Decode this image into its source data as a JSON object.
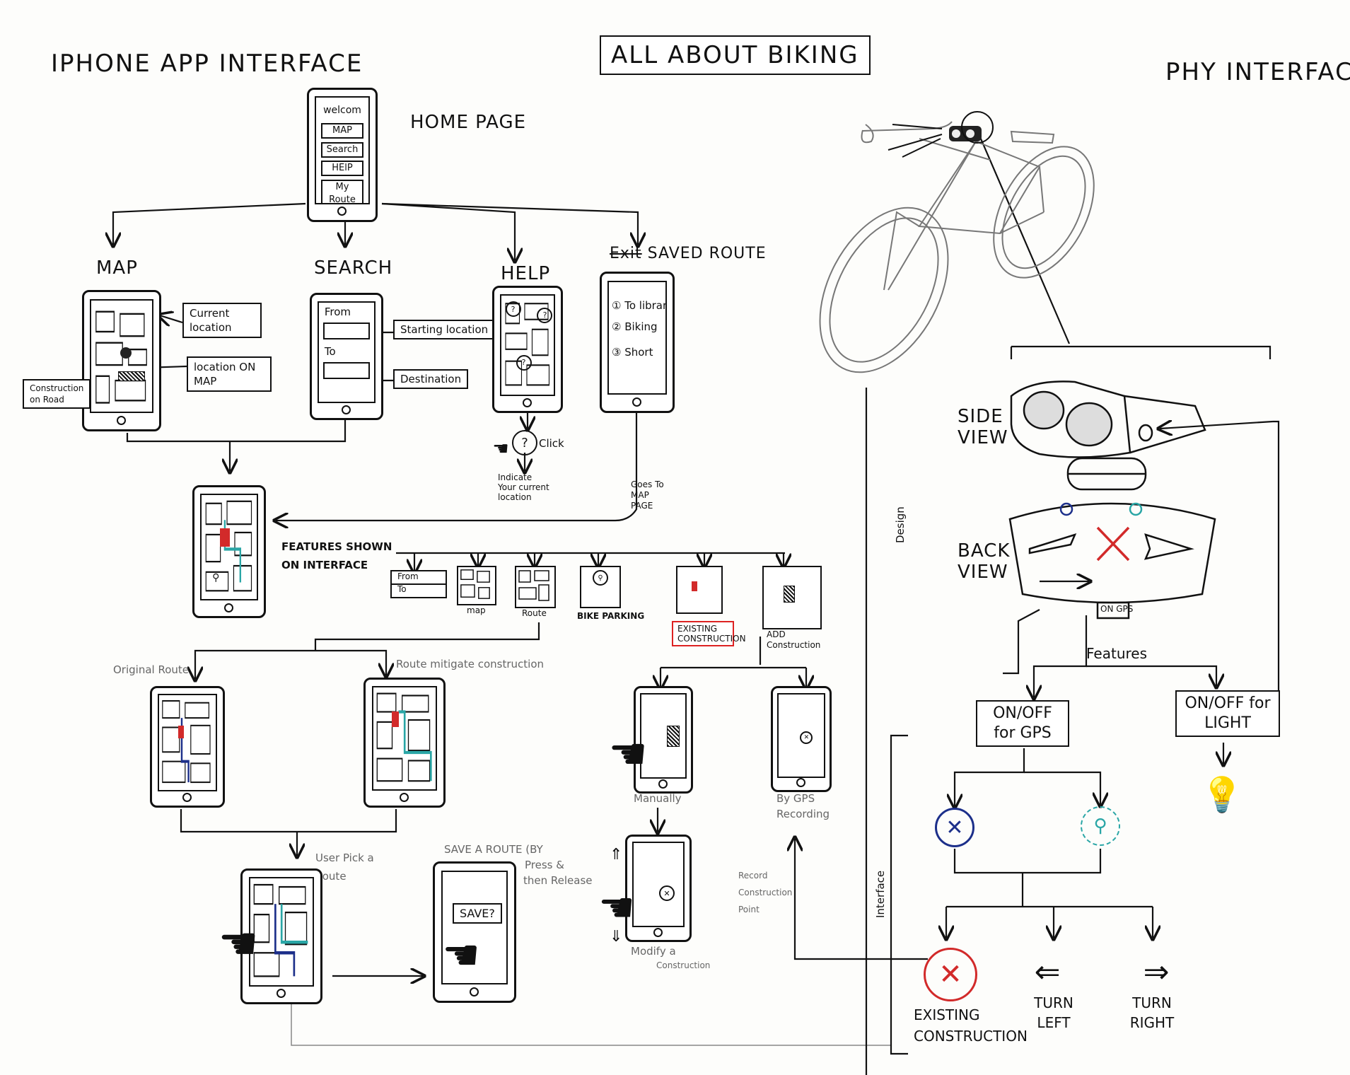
{
  "headings": {
    "iphone_app": "IPHONE APP INTERFACE",
    "main_title": "ALL ABOUT BIKING",
    "physical": "PHY INTERFACE"
  },
  "home": {
    "label": "HOME PAGE",
    "menu": [
      "welcom",
      "MAP",
      "Search",
      "HElP",
      "My Route"
    ]
  },
  "sections": {
    "map": "MAP",
    "search": "SEARCH",
    "help": "HELP",
    "saved_strike": "Exit",
    "saved": "SAVED ROUTE"
  },
  "map_callouts": {
    "current_location": "Current location",
    "location_on_map": "location ON MAP",
    "construction": "Construction on Road"
  },
  "search": {
    "from": "From",
    "to": "To",
    "starting": "Starting location",
    "destination": "Destination"
  },
  "help": {
    "click": "Click",
    "indicate": "Indicate Your current location"
  },
  "saved": {
    "items": [
      "To library",
      "Biking",
      "Short"
    ],
    "goes": "Goes To MAP PAGE"
  },
  "features": {
    "title_line1": "FEATURES SHOWN",
    "title_line2": "ON INTERFACE",
    "from": "From",
    "to": "To",
    "map": "map",
    "route": "Route",
    "bike_parking": "BIKE PARKING",
    "existing": "EXISTING CONSTRUCTION",
    "add": "ADD Construction"
  },
  "route_flow": {
    "original": "Original Route",
    "mitigate": "Route mitigate construction",
    "user_pick": "User Pick a Route",
    "save_title": "SAVE A ROUTE (BY",
    "press": "Press &",
    "release": "then Release",
    "save_btn": "SAVE?",
    "manually": "Manually",
    "gps": "By GPS Recording",
    "modify": "Modify a",
    "modify2": "Construction",
    "record": "Record Construction Point"
  },
  "physical": {
    "side_view": "SIDE VIEW",
    "back_view": "BACK VIEW",
    "on_gps_tag": "ON GPS",
    "design": "Design",
    "interface": "Interface",
    "features": "Features",
    "gps_button": "ON/OFF for GPS",
    "light_button": "ON/OFF for LIGHT",
    "existing": "EXISTING CONSTRUCTION",
    "turn_left": "TURN LEFT",
    "turn_right": "TURN RIGHT"
  },
  "colors": {
    "ink": "#111111",
    "red": "#d22a2a",
    "blue": "#1c2f8a",
    "teal": "#2aa6a6",
    "gray": "#666666"
  },
  "icons": [
    "pin-icon",
    "question-icon",
    "hand-icon",
    "bike-icon",
    "construction-icon",
    "tools-icon",
    "bulb-icon",
    "arrow-left-icon",
    "arrow-right-icon",
    "x-icon"
  ]
}
